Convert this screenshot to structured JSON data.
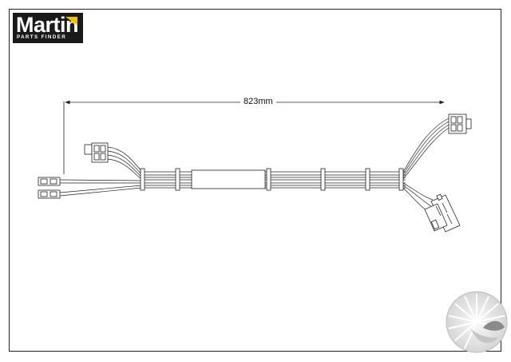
{
  "brand": {
    "name": "Martin",
    "subtitle": "PARTS FINDER",
    "accent_color": "#f2c200",
    "background_color": "#1a1a1a"
  },
  "drawing": {
    "dimension_label": "823mm",
    "line_color": "#222222",
    "watermark_icon": "martin-sunburst-icon"
  }
}
